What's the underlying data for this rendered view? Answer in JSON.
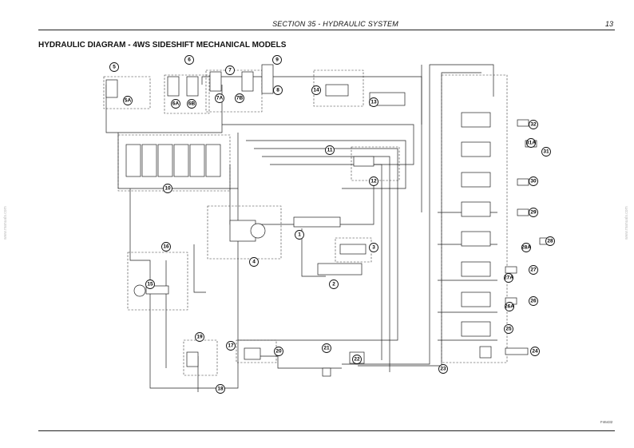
{
  "header": {
    "section_title": "SECTION 35 - HYDRAULIC SYSTEM",
    "page_number": "13"
  },
  "diagram": {
    "title": "HYDRAULIC DIAGRAM - 4WS SIDESHIFT MECHANICAL MODELS",
    "reference": "F46432",
    "callouts": [
      "5",
      "5A",
      "6",
      "6A",
      "6B",
      "7",
      "7A",
      "7B",
      "8",
      "9",
      "10",
      "11",
      "12",
      "13",
      "14",
      "1",
      "2",
      "3",
      "4",
      "15",
      "16",
      "17",
      "18",
      "19",
      "20",
      "21",
      "22",
      "23",
      "24",
      "25",
      "26",
      "26A",
      "27",
      "27A",
      "28",
      "28A",
      "29",
      "30",
      "31",
      "31A",
      "32"
    ]
  },
  "watermark": "www.manuals.com"
}
